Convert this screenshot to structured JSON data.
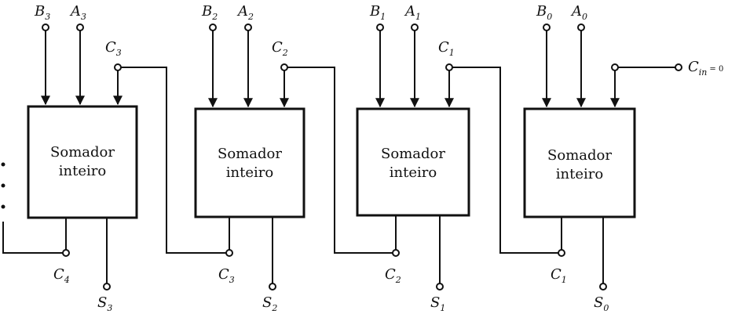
{
  "adders": [
    {
      "text_line1": "Somador",
      "text_line2": "inteiro",
      "in_b": "B",
      "in_b_sub": "3",
      "in_a": "A",
      "in_a_sub": "3",
      "c_in": "C",
      "c_in_sub": "3",
      "c_out": "C",
      "c_out_sub": "4",
      "sum": "S",
      "sum_sub": "3"
    },
    {
      "text_line1": "Somador",
      "text_line2": "inteiro",
      "in_b": "B",
      "in_b_sub": "2",
      "in_a": "A",
      "in_a_sub": "2",
      "c_in": "C",
      "c_in_sub": "2",
      "c_out": "C",
      "c_out_sub": "3",
      "sum": "S",
      "sum_sub": "2"
    },
    {
      "text_line1": "Somador",
      "text_line2": "inteiro",
      "in_b": "B",
      "in_b_sub": "1",
      "in_a": "A",
      "in_a_sub": "1",
      "c_in": "C",
      "c_in_sub": "1",
      "c_out": "C",
      "c_out_sub": "2",
      "sum": "S",
      "sum_sub": "1"
    },
    {
      "text_line1": "Somador",
      "text_line2": "inteiro",
      "in_b": "B",
      "in_b_sub": "0",
      "in_a": "A",
      "in_a_sub": "0",
      "c_in": "",
      "c_in_sub": "",
      "c_out": "C",
      "c_out_sub": "1",
      "sum": "S",
      "sum_sub": "0"
    }
  ],
  "carry_in": {
    "label": "C",
    "sub": "in",
    "value": "= 0"
  },
  "ellipsis": "⋮"
}
